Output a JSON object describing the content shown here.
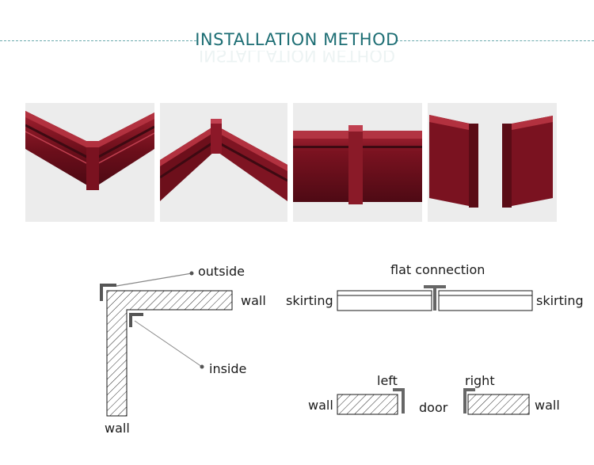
{
  "title": "INSTALLATION METHOD",
  "photos": [
    {
      "icon": "outside-corner-photo"
    },
    {
      "icon": "inside-corner-photo"
    },
    {
      "icon": "flat-connector-photo"
    },
    {
      "icon": "end-cap-photo"
    }
  ],
  "diagrams": {
    "corner": {
      "outside_label": "outside",
      "wall_top_label": "wall",
      "inside_label": "inside",
      "wall_bottom_label": "wall"
    },
    "flat": {
      "title": "flat connection",
      "left_label": "skirting",
      "right_label": "skirting"
    },
    "end": {
      "left_label": "left",
      "right_label": "right",
      "wall_left_label": "wall",
      "door_label": "door",
      "wall_right_label": "wall"
    }
  },
  "colors": {
    "accent": "#1d6e74",
    "skirting": "#7a1220",
    "clip": "#555555"
  }
}
